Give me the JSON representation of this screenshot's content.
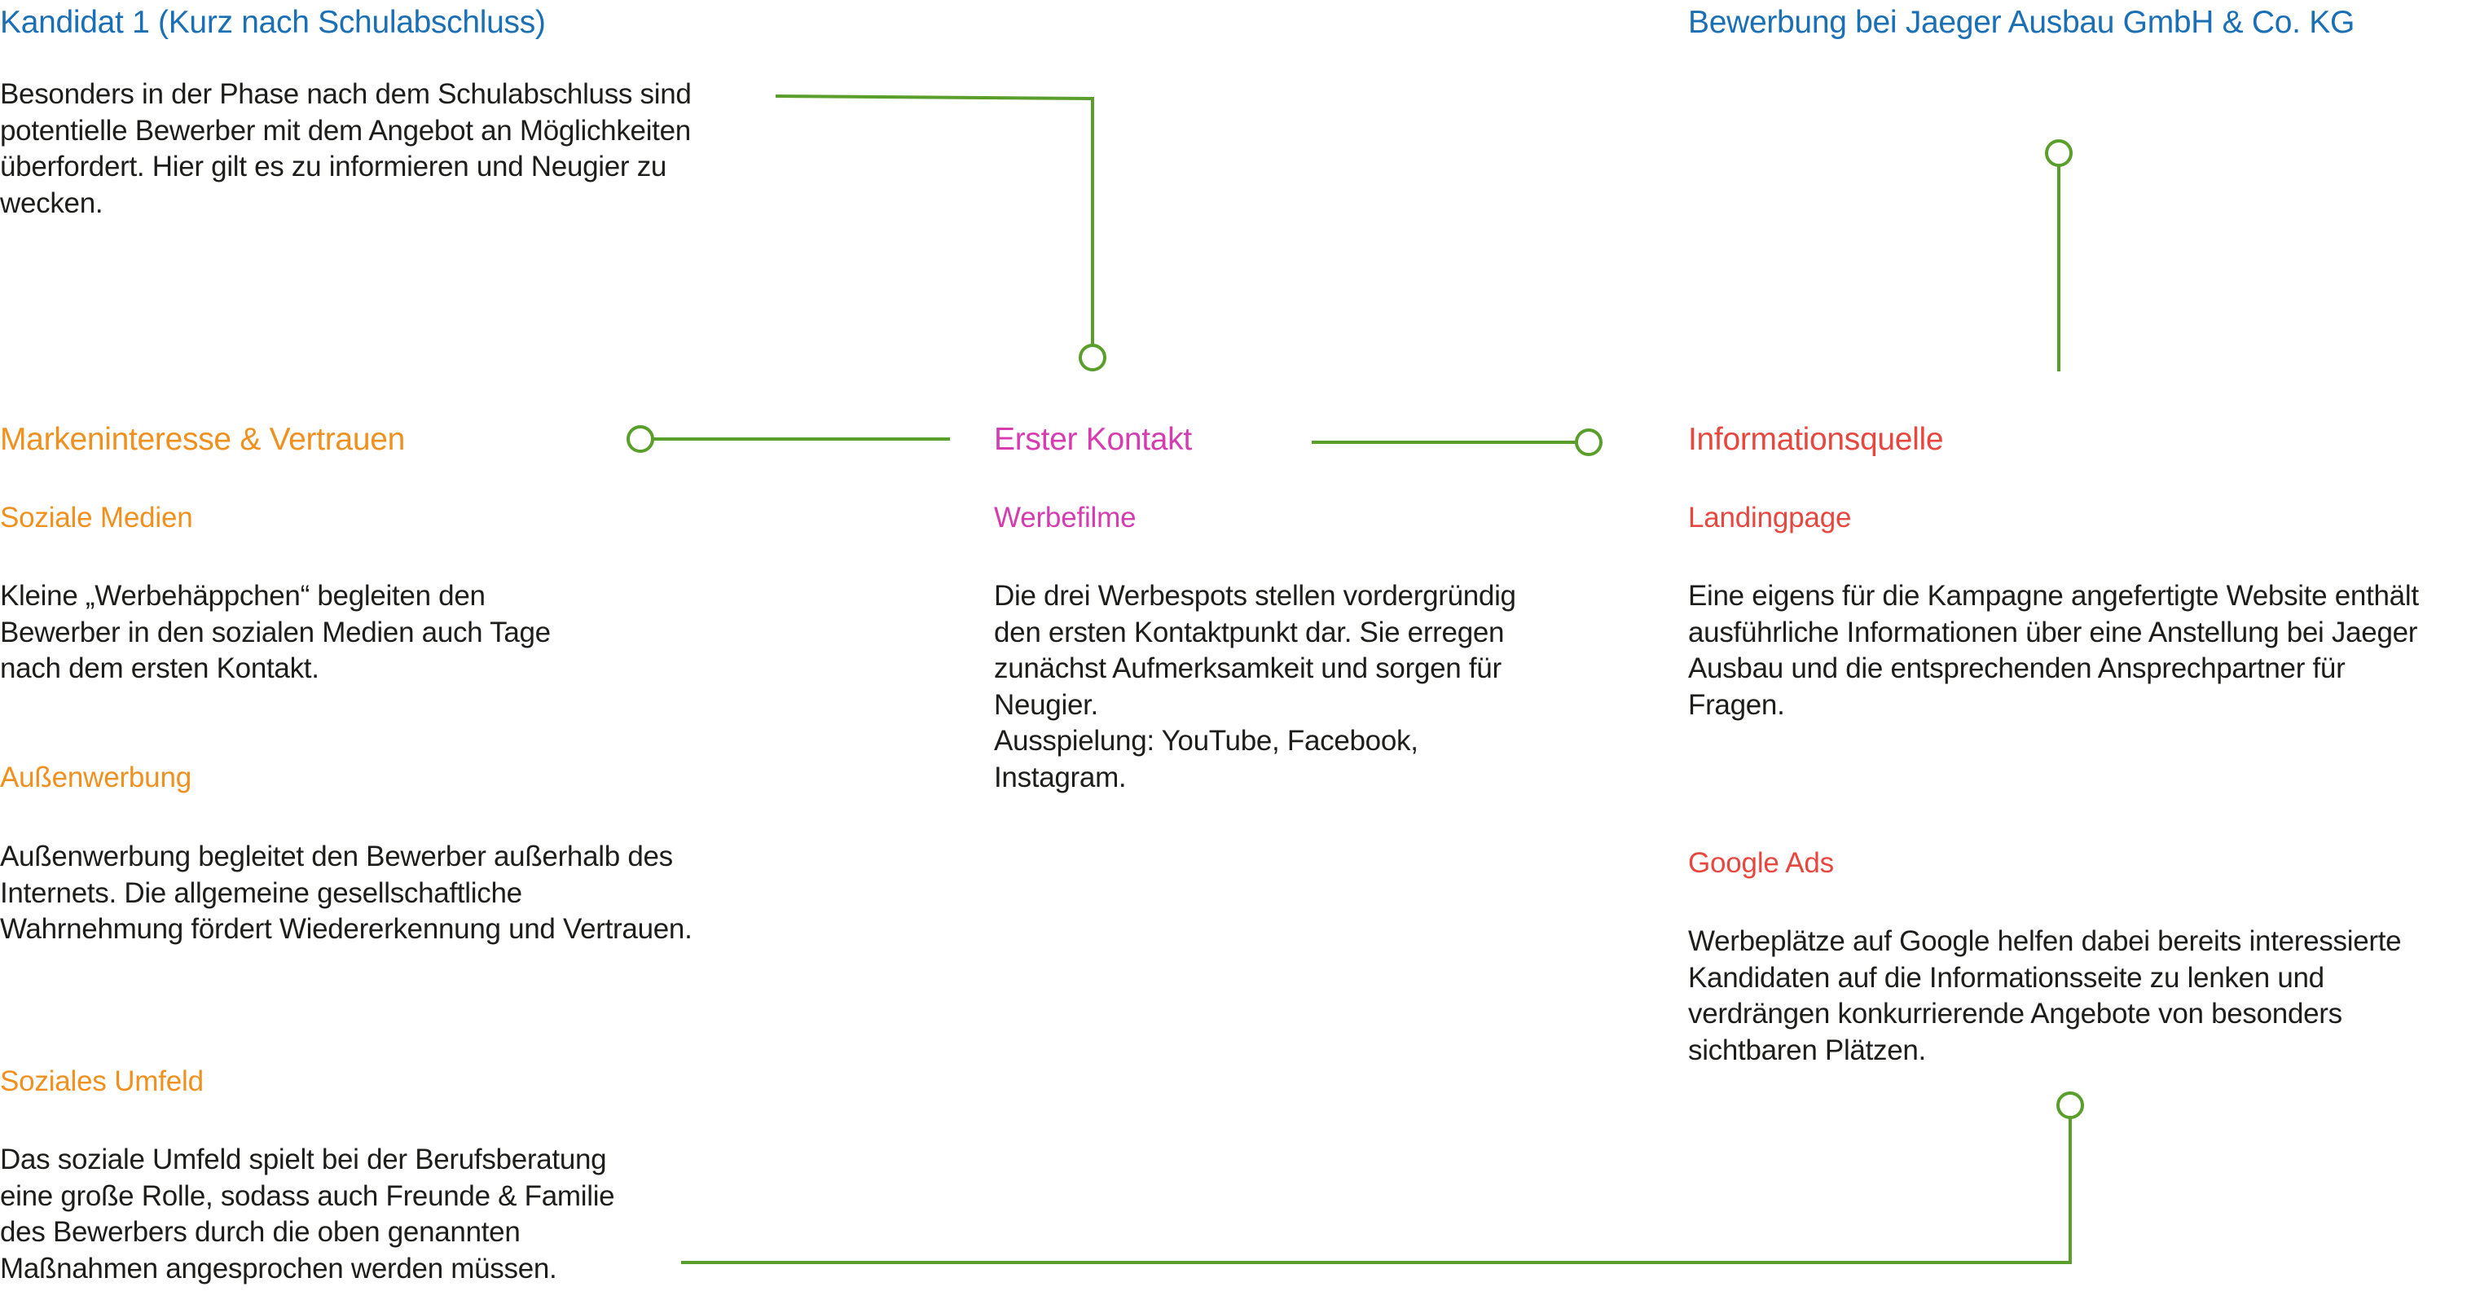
{
  "colors": {
    "blue": "#1a6fb5",
    "orange": "#f0901e",
    "magenta": "#d53cb1",
    "red": "#e8473f",
    "line_green": "#5a9e2c",
    "text": "#1d1d1b"
  },
  "candidate": {
    "title": "Kandidat 1 (Kurz nach Schulabschluss)",
    "description": "Besonders in der Phase nach dem Schulabschluss sind potentielle Bewerber mit dem Angebot an Möglichkeiten überfordert. Hier gilt es zu informieren und Neugier zu wecken."
  },
  "application": {
    "title": "Bewerbung bei Jaeger Ausbau GmbH & Co. KG"
  },
  "brand_trust": {
    "title": "Markeninteresse & Vertrauen",
    "items": [
      {
        "heading": "Soziale Medien",
        "text": "Kleine „Werbehäppchen“ begleiten den Bewerber in den sozialen Medien auch Tage nach dem ersten Kontakt."
      },
      {
        "heading": "Außenwerbung",
        "text": "Außenwerbung begleitet den Bewerber außerhalb des Internets. Die allgemeine gesellschaftliche Wahrnehmung fördert Wiedererkennung und Vertrauen."
      },
      {
        "heading": "Soziales Umfeld",
        "text": "Das soziale Umfeld spielt bei der Berufsberatung eine große Rolle, sodass auch Freunde & Familie des Bewerbers durch die oben genannten Maßnahmen angesprochen werden müssen."
      }
    ]
  },
  "first_contact": {
    "title": "Erster Kontakt",
    "items": [
      {
        "heading": "Werbefilme",
        "text": "Die drei Werbespots stellen vordergründig den ersten Kontaktpunkt dar. Sie erregen zunächst Aufmerksamkeit und sorgen für Neugier.",
        "extra": "Ausspielung: YouTube, Facebook, Instagram."
      }
    ]
  },
  "info_source": {
    "title": "Informationsquelle",
    "items": [
      {
        "heading": "Landingpage",
        "text": "Eine eigens für die Kampagne angefertigte Website enthält ausführliche Informationen über eine Anstellung bei Jaeger Ausbau und die entsprechenden Ansprechpartner für Fragen."
      },
      {
        "heading": "Google Ads",
        "text": "Werbeplätze auf Google helfen dabei bereits interessierte Kandidaten auf die Informationsseite zu lenken und verdrängen konkurrierende Angebote von besonders sichtbaren Plätzen."
      }
    ]
  }
}
